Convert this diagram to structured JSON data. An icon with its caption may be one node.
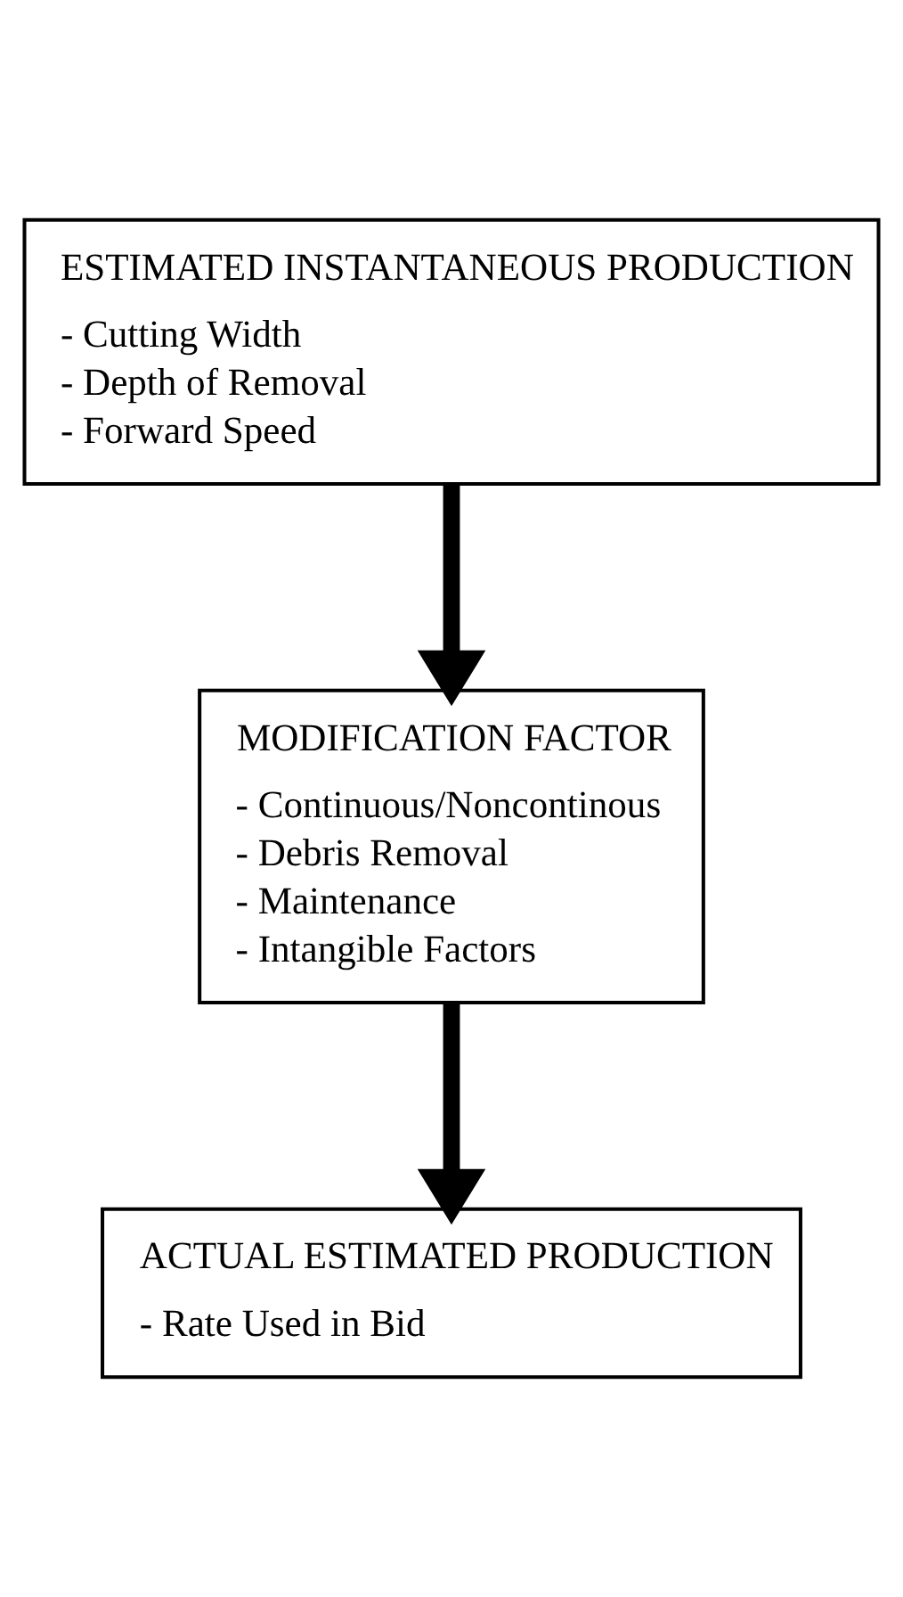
{
  "diagram": {
    "nodes": [
      {
        "text": [
          "ESTIMATED INSTANTANEOUS PRODUCTION",
          "- Cutting Width",
          "- Depth of Removal",
          "- Forward Speed"
        ]
      },
      {
        "text": [
          "MODIFICATION FACTOR",
          "- Continuous/Noncontinous",
          "- Debris Removal",
          "- Maintenance",
          "- Intangible Factors"
        ]
      },
      {
        "text": [
          "ACTUAL ESTIMATED PRODUCTION",
          "- Rate Used in Bid"
        ]
      }
    ],
    "edges": [
      {
        "from": 0,
        "to": 1,
        "arrow": "to"
      },
      {
        "from": 1,
        "to": 2,
        "arrow": "to"
      }
    ]
  }
}
